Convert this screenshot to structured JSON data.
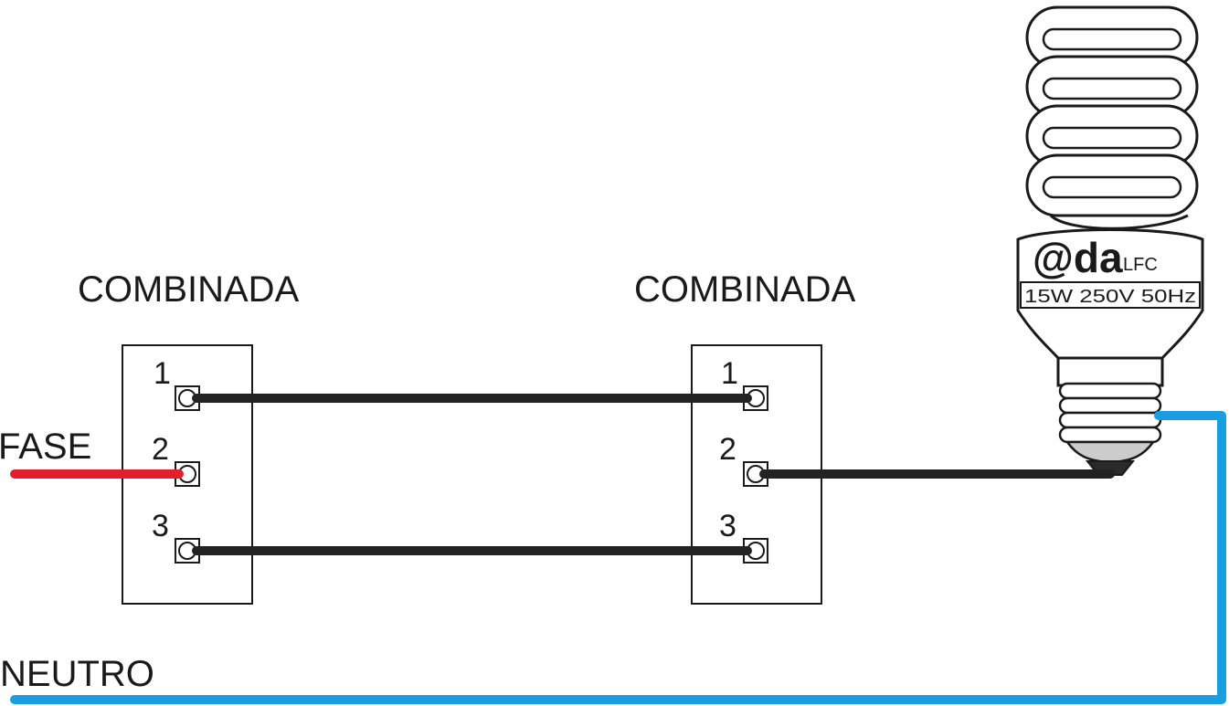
{
  "labels": {
    "switch_left": "COMBINADA",
    "switch_right": "COMBINADA",
    "phase": "FASE",
    "neutral": "NEUTRO"
  },
  "switch_left": {
    "terminals": [
      "1",
      "2",
      "3"
    ]
  },
  "switch_right": {
    "terminals": [
      "1",
      "2",
      "3"
    ]
  },
  "lamp": {
    "brand": "@da",
    "type": "LFC",
    "rating": "15W 250V 50Hz"
  },
  "colors": {
    "phase_wire": "#e3202a",
    "neutral_wire": "#1a9ee2",
    "traveler_wire": "#222222"
  }
}
